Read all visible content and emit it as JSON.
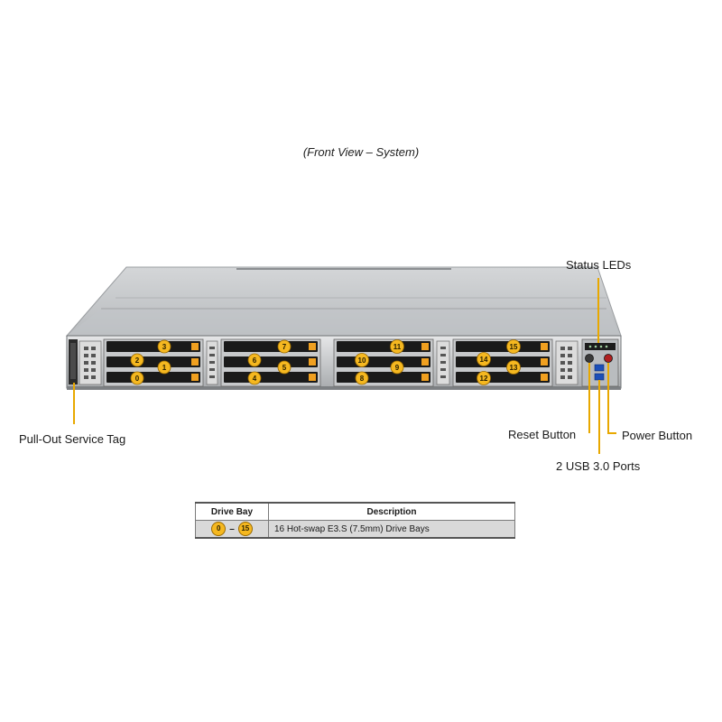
{
  "caption": "(Front View – System)",
  "callouts": {
    "status_leds": "Status LEDs",
    "pull_out_tag": "Pull-Out Service Tag",
    "reset_button": "Reset Button",
    "power_button": "Power Button",
    "usb_ports": "2 USB 3.0 Ports"
  },
  "drive_bays": {
    "group1": {
      "top": "3",
      "mid_left": "2",
      "mid_right": "1",
      "bottom": "0"
    },
    "group2": {
      "top": "7",
      "mid_left": "6",
      "mid_right": "5",
      "bottom": "4"
    },
    "group3": {
      "top": "11",
      "mid_left": "10",
      "mid_right": "9",
      "bottom": "8"
    },
    "group4": {
      "top": "15",
      "mid_left": "14",
      "mid_right": "13",
      "bottom": "12"
    }
  },
  "legend": {
    "headers": {
      "drive_bay": "Drive Bay",
      "description": "Description"
    },
    "row": {
      "range_start": "0",
      "range_sep": "–",
      "range_end": "15",
      "description": "16 Hot-swap E3.S (7.5mm) Drive Bays"
    }
  },
  "colors": {
    "badge": "#f5b820",
    "callout_line": "#e8a800",
    "chassis": "#c9cbce",
    "drive": "#1a1a1a",
    "drive_latch": "#f0a020"
  }
}
